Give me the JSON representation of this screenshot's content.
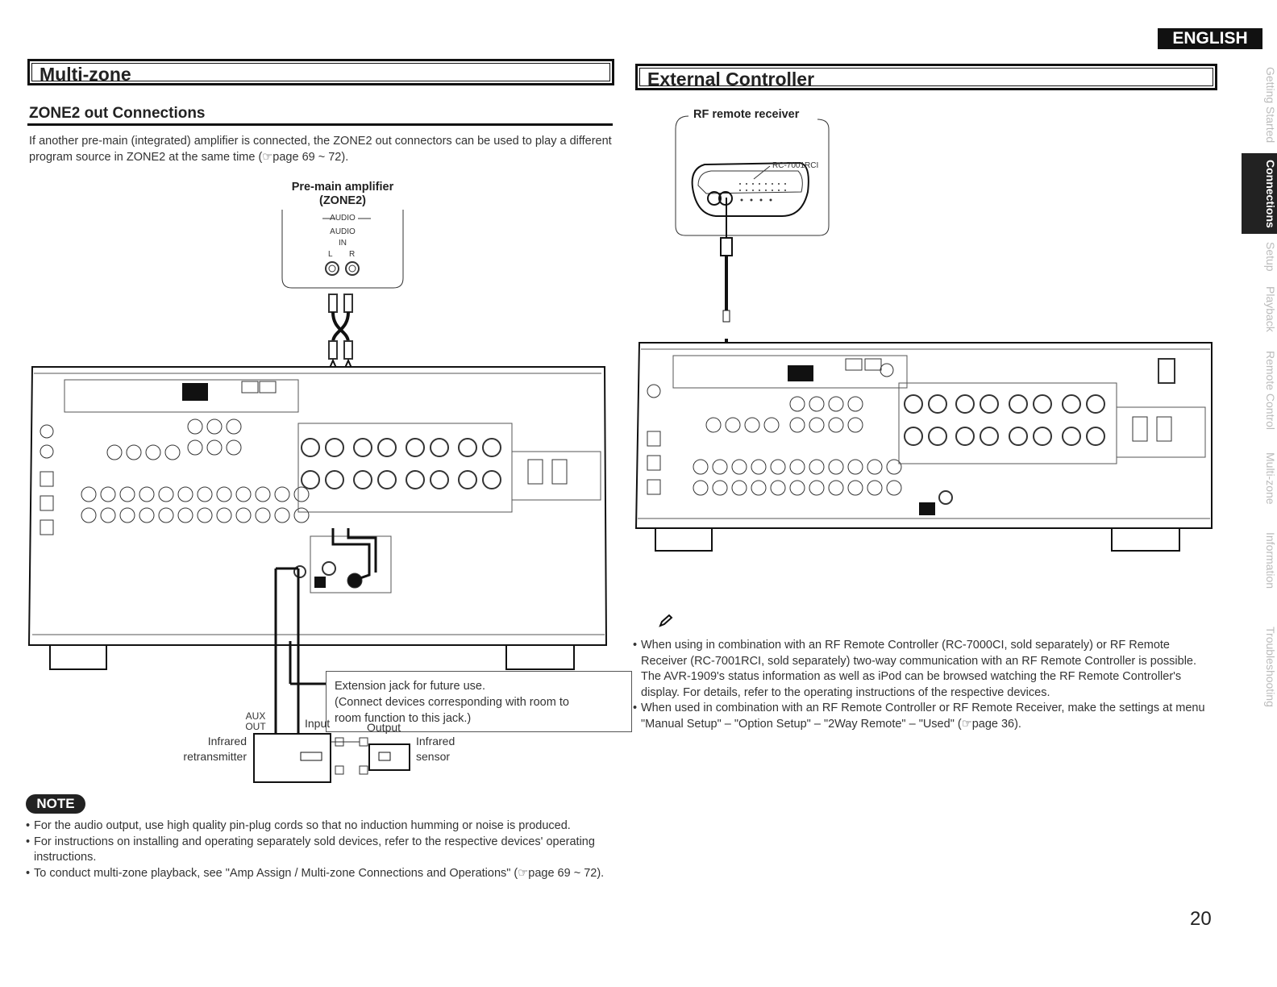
{
  "language_tab": "ENGLISH",
  "side_tabs": [
    "Getting Started",
    "Connections",
    "Setup",
    "Playback",
    "Remote Control",
    "Multi-zone",
    "Information",
    "Troubleshooting"
  ],
  "left": {
    "section_title": "Multi-zone",
    "subsection_title": "ZONE2 out Connections",
    "intro": "If another pre-main (integrated) amplifier is connected, the ZONE2 out connectors can be used to play a different program source in ZONE2 at the same time (☞page 69 ~ 72).",
    "premain_title": "Pre-main amplifier",
    "premain_subtitle": "(ZONE2)",
    "audio_header": "AUDIO",
    "audio_label": "AUDIO",
    "in_label": "IN",
    "l_label": "L",
    "r_label": "R",
    "extension_note": [
      "Extension jack for future use.",
      "(Connect devices corresponding with room to",
      "room function to this jack.)"
    ],
    "aux_out": "AUX\nOUT",
    "aux_label": "AUX",
    "out_label": "OUT",
    "input_label": "Input",
    "output_label": "Output",
    "infrared_retransmitter": [
      "Infrared",
      "retransmitter"
    ],
    "infrared_sensor": [
      "Infrared",
      "sensor"
    ],
    "note_badge": "NOTE",
    "notes": [
      "For the audio output, use high quality pin-plug cords so that no induction humming or noise is produced.",
      "For instructions on installing and operating separately sold devices, refer to the respective devices' operating instructions.",
      "To conduct multi-zone playback, see \"Amp Assign / Multi-zone Connections and Operations\" (☞page 69 ~ 72)."
    ]
  },
  "right": {
    "section_title": "External Controller",
    "rf_title": "RF remote receiver",
    "rf_model": "RC-7001RCI",
    "bullets": [
      "When using in combination with an RF Remote Controller (RC-7000CI, sold separately) or RF Remote Receiver (RC-7001RCI, sold separately) two-way communication with an RF Remote Controller is possible.",
      "The AVR-1909's status information as well as iPod can be browsed watching the RF Remote Controller's display. For details, refer to the operating instructions of the respective devices.",
      "When used in combination with an RF Remote Controller or RF Remote Receiver, make the settings at menu \"Manual Setup\" – \"Option Setup\" – \"2Way Remote\" – \"Used\" (☞page 36)."
    ]
  },
  "page_number": "20"
}
